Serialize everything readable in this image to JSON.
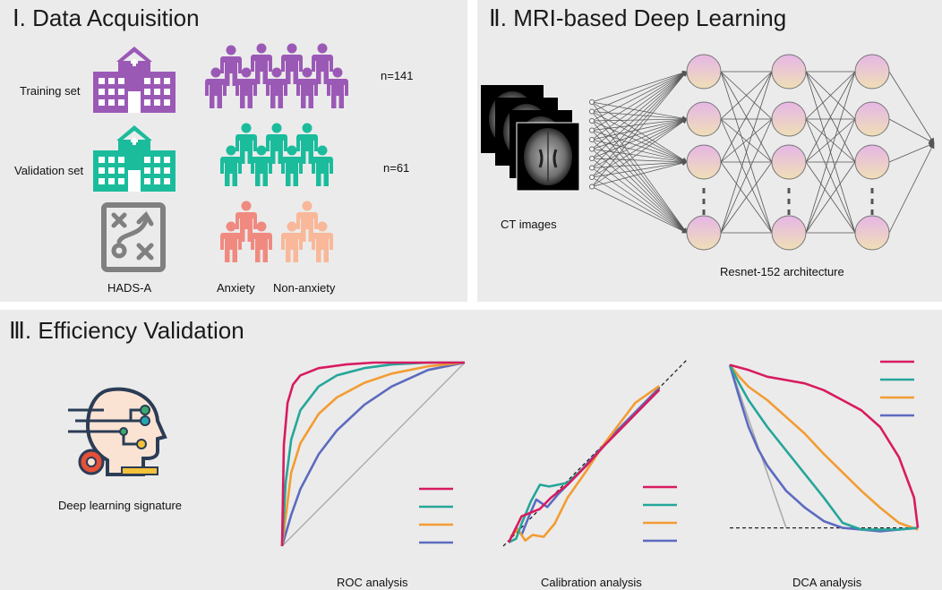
{
  "panel1": {
    "title": "Ⅰ. Data Acquisition",
    "rows": [
      {
        "label": "Training set",
        "count": "n=141"
      },
      {
        "label": "Validation set",
        "count": "n=61"
      }
    ],
    "scale_label": "HADS-A",
    "group_labels": [
      "Anxiety",
      "Non-anxiety"
    ]
  },
  "panel2": {
    "title": "Ⅱ. MRI-based Deep Learning",
    "input_label": "CT images",
    "architecture_label": "Resnet-152 architecture"
  },
  "panel3": {
    "title": "Ⅲ. Efficiency Validation",
    "signature_label": "Deep learning signature",
    "chart_labels": [
      "ROC analysis",
      "Calibration analysis",
      "DCA analysis"
    ]
  },
  "colors": {
    "purple": "#9b59b6",
    "teal": "#1abc9c",
    "anxiety": "#f08a80",
    "non_anxiety": "#f8b899",
    "hads_gray": "#808080",
    "series": [
      "#d81b60",
      "#26a69a",
      "#f39c32",
      "#5c6bc0"
    ]
  },
  "chart_data": [
    {
      "type": "line",
      "title": "ROC analysis",
      "xlim": [
        0,
        1
      ],
      "ylim": [
        0,
        1
      ],
      "series": [
        {
          "x": [
            0,
            0.01,
            0.03,
            0.06,
            0.1,
            0.2,
            0.35,
            0.5,
            0.7,
            1
          ],
          "y": [
            0,
            0.55,
            0.78,
            0.88,
            0.93,
            0.97,
            0.99,
            1,
            1,
            1
          ]
        },
        {
          "x": [
            0,
            0.02,
            0.05,
            0.1,
            0.2,
            0.3,
            0.45,
            0.6,
            0.8,
            1
          ],
          "y": [
            0,
            0.35,
            0.58,
            0.74,
            0.87,
            0.93,
            0.97,
            0.99,
            1,
            1
          ]
        },
        {
          "x": [
            0,
            0.05,
            0.1,
            0.2,
            0.3,
            0.45,
            0.6,
            0.8,
            1
          ],
          "y": [
            0,
            0.4,
            0.56,
            0.72,
            0.81,
            0.89,
            0.94,
            0.98,
            1
          ]
        },
        {
          "x": [
            0,
            0.05,
            0.1,
            0.2,
            0.3,
            0.45,
            0.6,
            0.8,
            1
          ],
          "y": [
            0,
            0.17,
            0.31,
            0.5,
            0.63,
            0.77,
            0.87,
            0.96,
            1
          ]
        }
      ],
      "reference_line": [
        [
          0,
          0
        ],
        [
          1,
          1
        ]
      ]
    },
    {
      "type": "line",
      "title": "Calibration analysis",
      "xlim": [
        0,
        1
      ],
      "ylim": [
        0,
        1
      ],
      "series": [
        {
          "x": [
            0.03,
            0.07,
            0.1,
            0.15,
            0.2,
            0.26,
            0.35,
            0.45,
            0.55,
            0.65,
            0.75,
            0.85
          ],
          "y": [
            0.02,
            0.1,
            0.16,
            0.18,
            0.2,
            0.26,
            0.33,
            0.43,
            0.54,
            0.64,
            0.74,
            0.84
          ]
        },
        {
          "x": [
            0.03,
            0.07,
            0.1,
            0.15,
            0.2,
            0.25,
            0.3,
            0.35,
            0.45,
            0.55,
            0.65,
            0.75,
            0.85
          ],
          "y": [
            0.02,
            0.04,
            0.12,
            0.24,
            0.33,
            0.32,
            0.33,
            0.34,
            0.43,
            0.54,
            0.64,
            0.74,
            0.84
          ]
        },
        {
          "x": [
            0.04,
            0.08,
            0.12,
            0.16,
            0.22,
            0.28,
            0.35,
            0.45,
            0.55,
            0.65,
            0.72,
            0.85
          ],
          "y": [
            0.05,
            0.09,
            0.03,
            0.06,
            0.05,
            0.12,
            0.26,
            0.4,
            0.55,
            0.68,
            0.77,
            0.86
          ]
        },
        {
          "x": [
            0.04,
            0.07,
            0.1,
            0.14,
            0.18,
            0.24,
            0.3,
            0.4,
            0.5,
            0.6,
            0.7,
            0.85
          ],
          "y": [
            0.04,
            0.1,
            0.06,
            0.16,
            0.25,
            0.21,
            0.28,
            0.38,
            0.49,
            0.6,
            0.7,
            0.85
          ]
        }
      ],
      "reference_line": [
        [
          0,
          0
        ],
        [
          1,
          1
        ]
      ]
    },
    {
      "type": "line",
      "title": "DCA analysis",
      "xlim": [
        0,
        1
      ],
      "ylim": [
        -0.05,
        1
      ],
      "series": [
        {
          "x": [
            0,
            0.1,
            0.2,
            0.3,
            0.4,
            0.5,
            0.6,
            0.7,
            0.8,
            0.9,
            0.98,
            1
          ],
          "y": [
            0.97,
            0.94,
            0.9,
            0.88,
            0.86,
            0.82,
            0.76,
            0.7,
            0.6,
            0.42,
            0.18,
            0.0
          ]
        },
        {
          "x": [
            0,
            0.05,
            0.1,
            0.2,
            0.3,
            0.4,
            0.5,
            0.6,
            0.7,
            0.8,
            0.9,
            1
          ],
          "y": [
            0.97,
            0.86,
            0.76,
            0.6,
            0.46,
            0.32,
            0.18,
            0.03,
            -0.01,
            -0.01,
            -0.01,
            0.0
          ]
        },
        {
          "x": [
            0,
            0.05,
            0.1,
            0.2,
            0.3,
            0.4,
            0.5,
            0.6,
            0.7,
            0.8,
            0.9,
            1
          ],
          "y": [
            0.97,
            0.9,
            0.84,
            0.76,
            0.66,
            0.56,
            0.44,
            0.33,
            0.22,
            0.12,
            0.03,
            -0.01
          ]
        },
        {
          "x": [
            0,
            0.05,
            0.1,
            0.15,
            0.2,
            0.3,
            0.4,
            0.5,
            0.6,
            0.7,
            0.8,
            0.9,
            1
          ],
          "y": [
            0.97,
            0.78,
            0.6,
            0.47,
            0.37,
            0.22,
            0.12,
            0.04,
            0.0,
            -0.01,
            -0.02,
            -0.01,
            0.0
          ]
        }
      ],
      "treat_all": [
        [
          0,
          0.97
        ],
        [
          0.3,
          0.0
        ]
      ],
      "treat_none": [
        [
          0,
          0
        ],
        [
          1,
          0
        ]
      ]
    }
  ]
}
